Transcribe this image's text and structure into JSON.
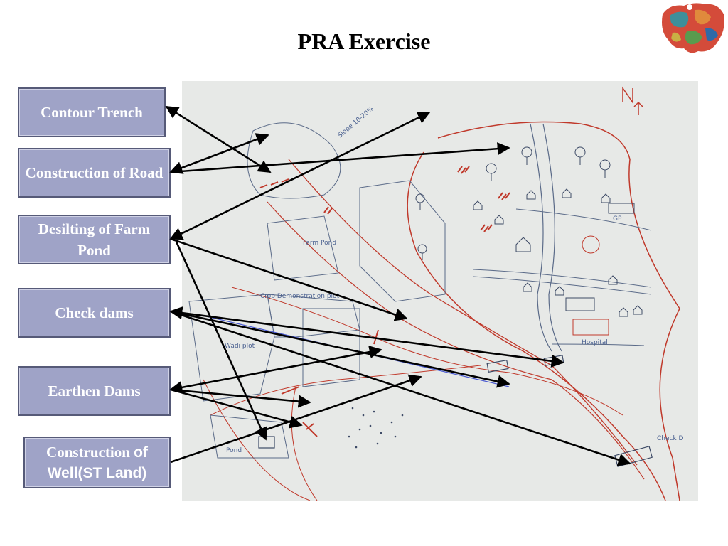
{
  "slide": {
    "title": "PRA Exercise"
  },
  "labels": {
    "contour_trench": "Contour Trench",
    "construction_of_road": "Construction of Road",
    "desilting_farm_pond": "Desilting of Farm Pond",
    "check_dams": "Check dams",
    "earthen_dams": "Earthen Dams",
    "well_line1_a": "Construction ",
    "well_line1_b": "of",
    "well_line2": "Well(ST Land)"
  },
  "map_annotations": {
    "gp": "GP",
    "check_d": "Check D",
    "farm_pond": "Farm Pond",
    "crop_demonstration": "Crop Demonstration plot",
    "wadi_plot": "Wadi plot",
    "pond": "Pond",
    "hospital": "Hospital",
    "slope": "Slope 10-20%"
  },
  "colors": {
    "label_fill": "#9fa3c7",
    "label_border": "#565a78",
    "arrow": "#000000",
    "map_red": "#c0392b",
    "map_blue": "#4a6090"
  }
}
